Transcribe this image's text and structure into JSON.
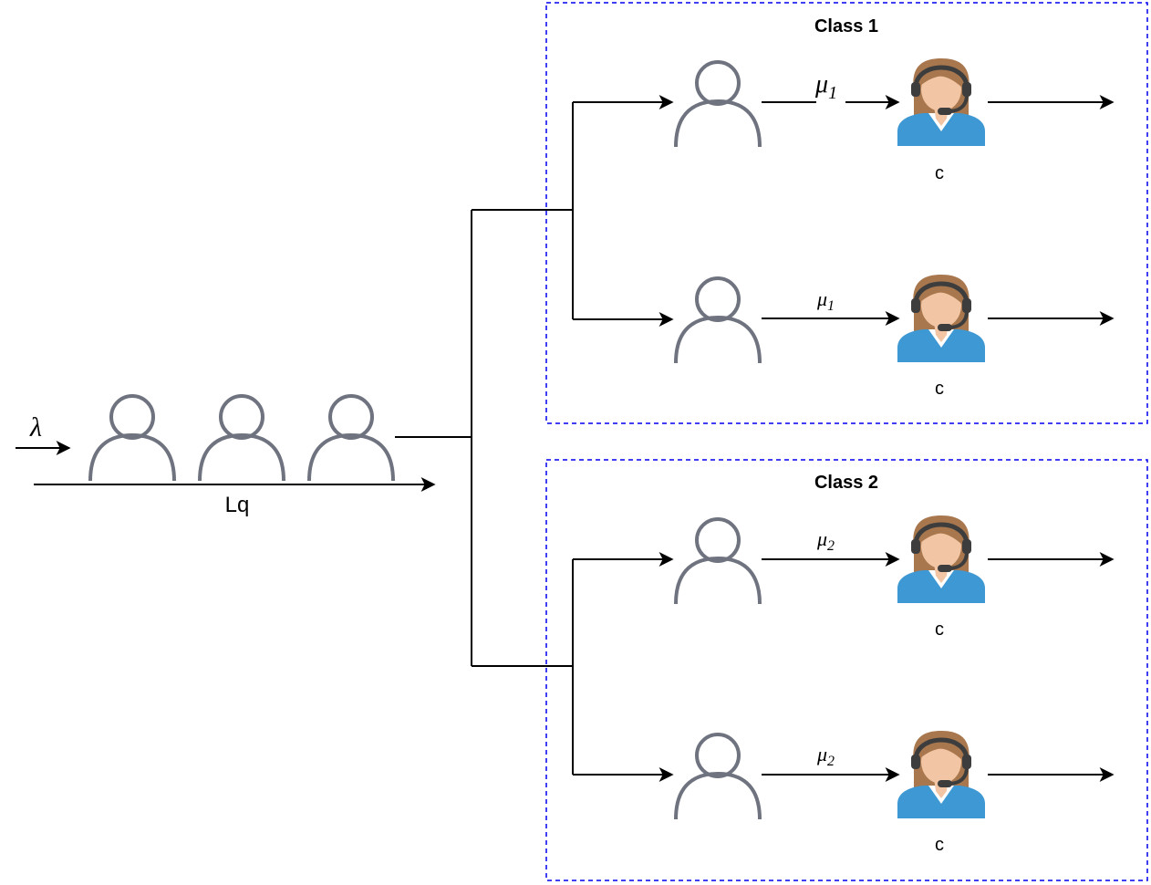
{
  "arrival_rate_label": "λ",
  "queue_length_label": "Lq",
  "colors": {
    "class_border": "#0000ee",
    "person_outline": "#6f737f",
    "connector": "#000000",
    "agent_shirt": "#3d98d3",
    "agent_hair": "#a8774d",
    "agent_skin": "#f2c6a4",
    "agent_headset": "#3d3d3d"
  },
  "classes": [
    {
      "title": "Class 1",
      "servers": [
        {
          "rate_symbol": "μ",
          "rate_subscript": "1",
          "server_count_label": "c",
          "icon": "call-center-agent-icon"
        },
        {
          "rate_symbol": "μ",
          "rate_subscript": "1",
          "server_count_label": "c",
          "icon": "call-center-agent-icon"
        }
      ]
    },
    {
      "title": "Class 2",
      "servers": [
        {
          "rate_symbol": "μ",
          "rate_subscript": "2",
          "server_count_label": "c",
          "icon": "call-center-agent-icon"
        },
        {
          "rate_symbol": "μ",
          "rate_subscript": "2",
          "server_count_label": "c",
          "icon": "call-center-agent-icon"
        }
      ]
    }
  ]
}
